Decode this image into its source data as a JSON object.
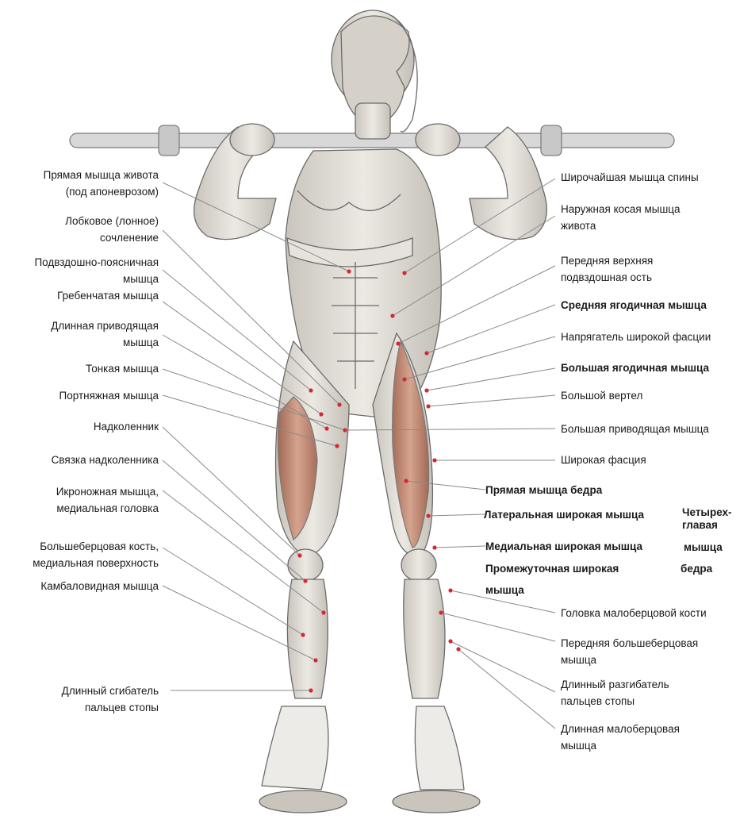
{
  "labels_left": {
    "l1a": "Прямая мышца живота",
    "l1b": "(под апоневрозом)",
    "l2a": "Лобковое (лонное)",
    "l2b": "сочленение",
    "l3a": "Подвздошно-поясничная",
    "l3b": "мышца",
    "l4": "Гребенчатая мышца",
    "l5a": "Длинная приводящая",
    "l5b": "мышца",
    "l6": "Тонкая мышца",
    "l7": "Портняжная мышца",
    "l8": "Надколенник",
    "l9": "Связка надколенника",
    "l10a": "Икроножная мышца,",
    "l10b": "медиальная головка",
    "l11a": "Большеберцовая кость,",
    "l11b": "медиальная поверхность",
    "l12": "Камбаловидная мышца",
    "l13a": "Длинный сгибатель",
    "l13b": "пальцев стопы"
  },
  "labels_right": {
    "r1": "Широчайшая мышца спины",
    "r2a": "Наружная косая мышца",
    "r2b": "живота",
    "r3a": "Передняя верхняя",
    "r3b": "подвздошная ость",
    "r4": "Средняя ягодичная мышца",
    "r5": "Напрягатель широкой фасции",
    "r6": "Большая ягодичная мышца",
    "r7": "Большой вертел",
    "r8": "Большая приводящая мышца",
    "r9": "Широкая фасция",
    "r10": "Прямая мышца бедра",
    "r11": "Латеральная широкая мышца",
    "r12": "Медиальная широкая мышца",
    "r13a": "Промежуточная широкая",
    "r13b": "мышца",
    "q1": "Четырех-",
    "q2": "главая",
    "q3": "мышца",
    "q4": "бедра",
    "r14": "Головка малоберцовой кости",
    "r15a": "Передняя большеберцовая",
    "r15b": "мышца",
    "r16a": "Длинный разгибатель",
    "r16b": "пальцев стопы",
    "r17a": "Длинная малоберцовая",
    "r17b": "мышца"
  },
  "colors": {
    "leader": "#8a8a8a",
    "pin": "#d6282f",
    "muscle": "#b8735c",
    "skin": "#d9d6cf",
    "outline": "#6b6b6b"
  }
}
